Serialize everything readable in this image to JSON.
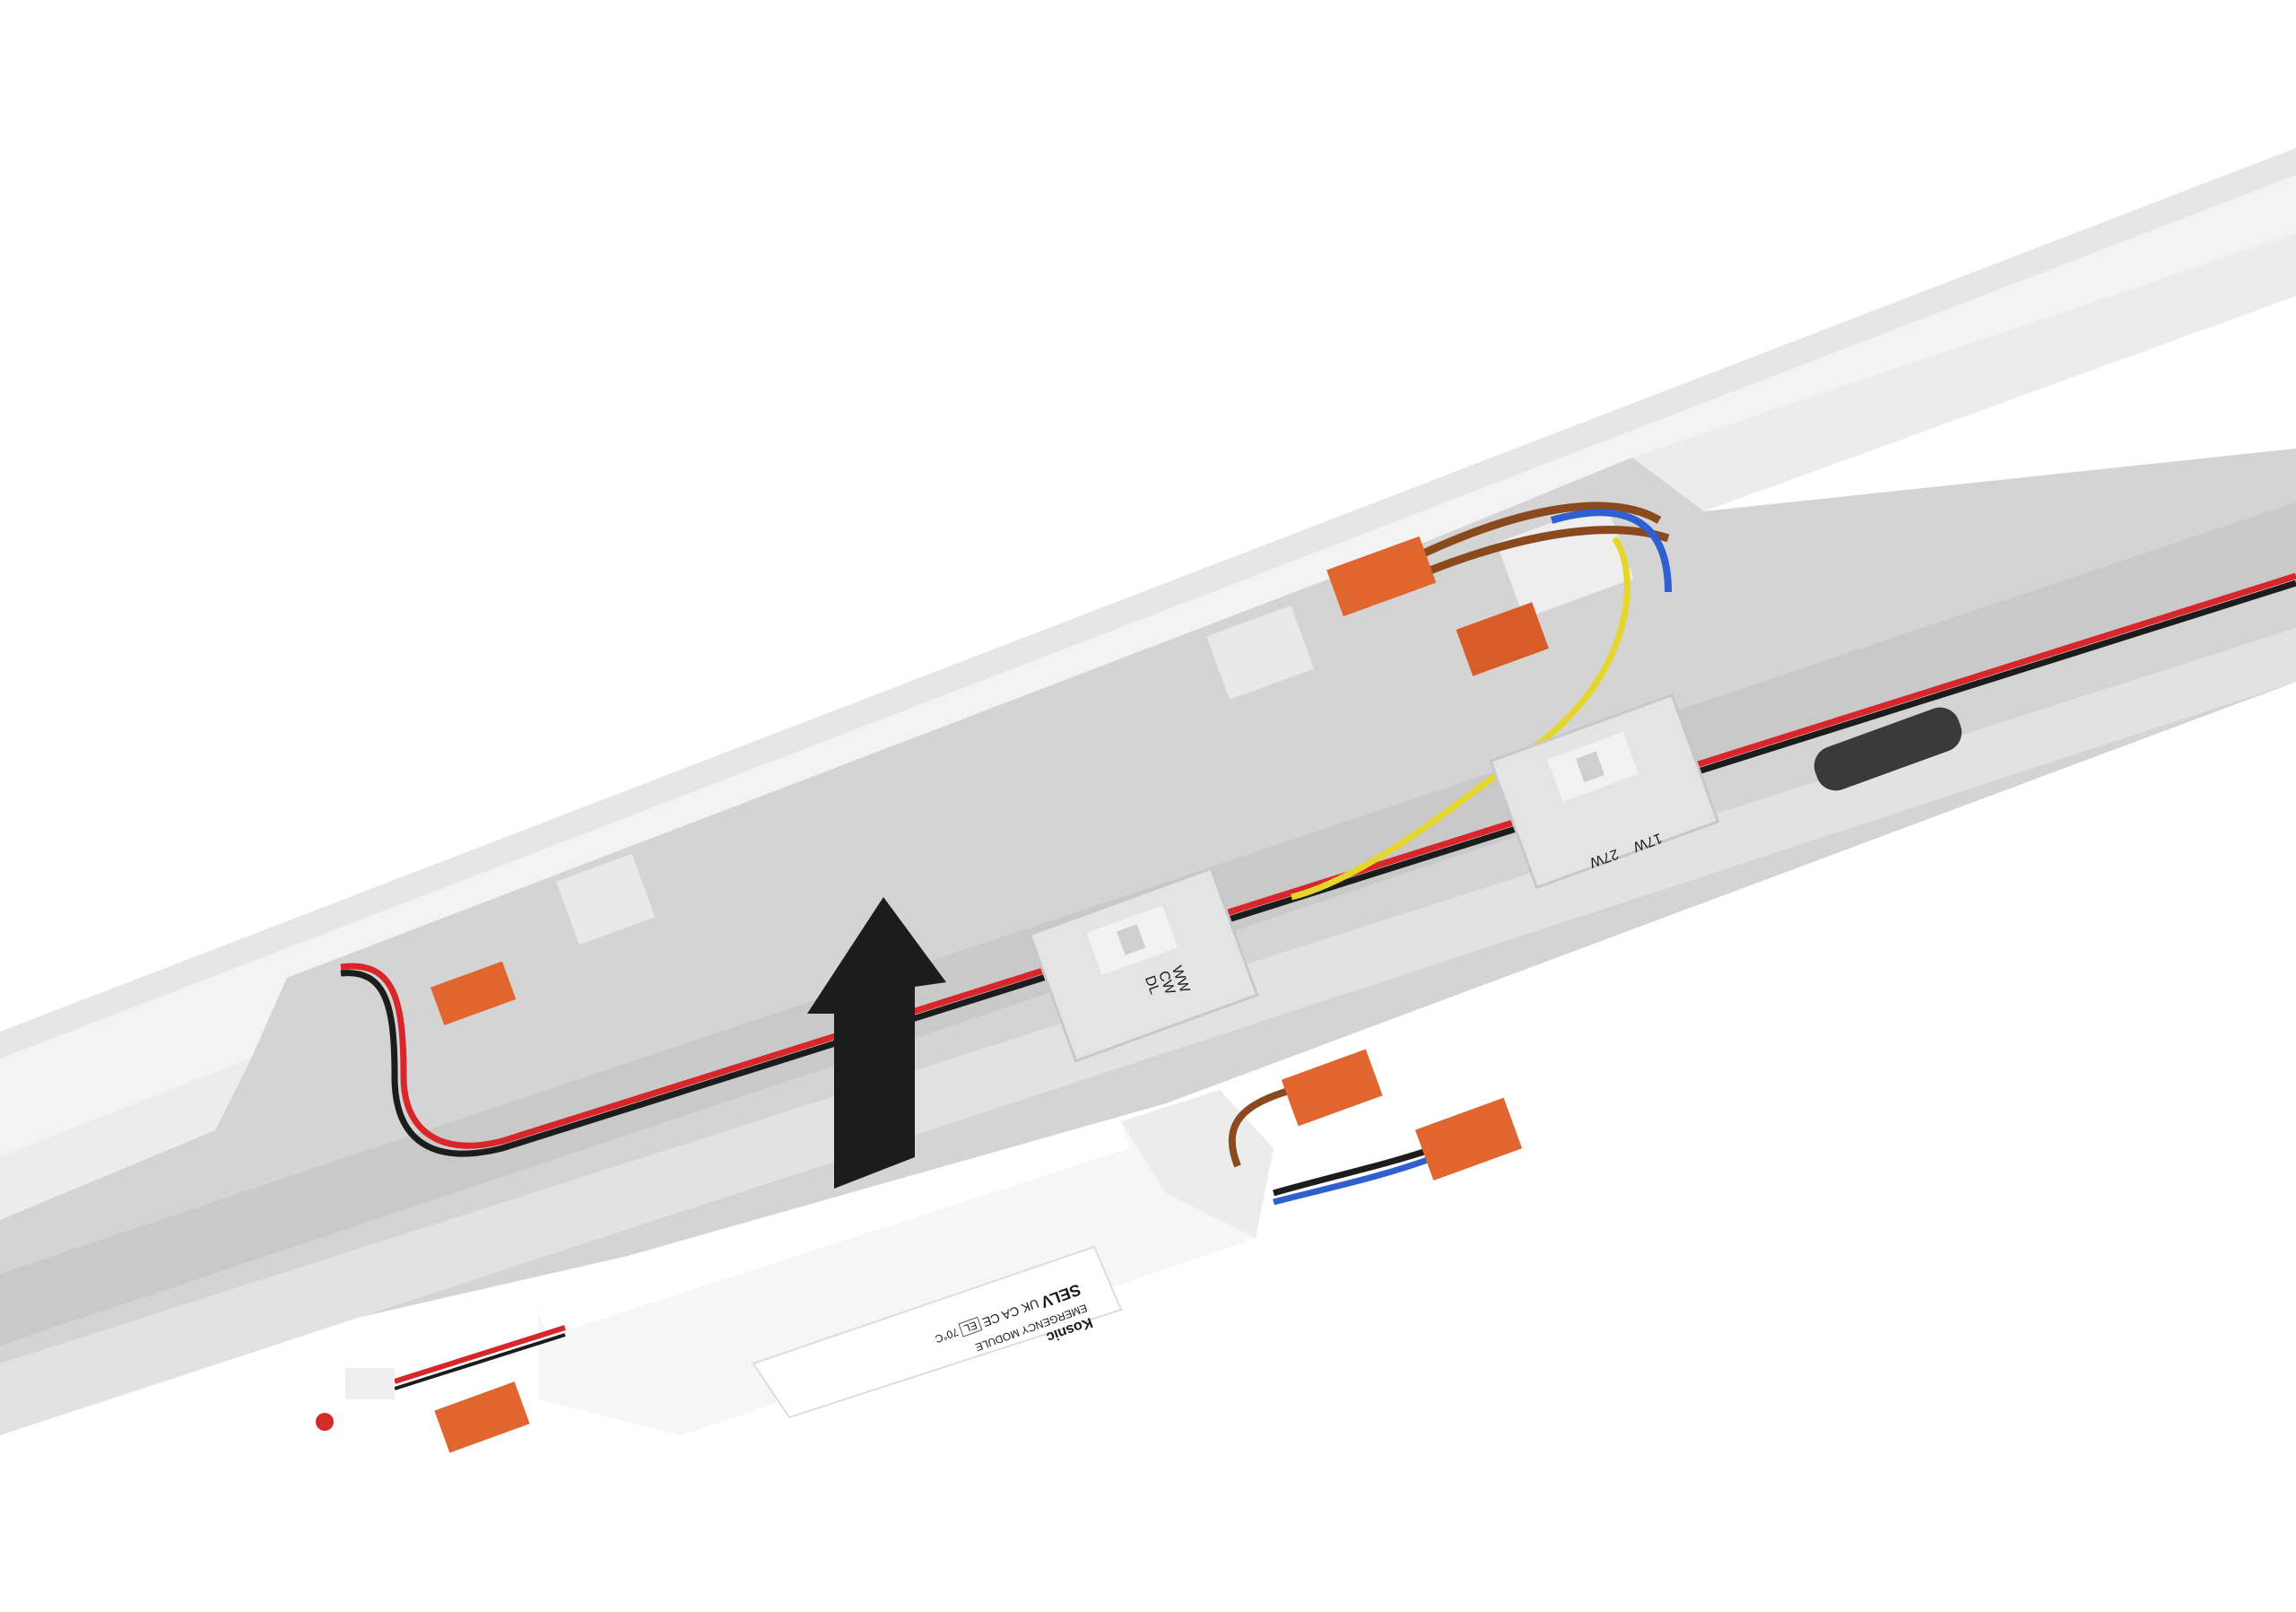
{
  "scene": {
    "description": "Exploded product render: LED batten luminaire with emergency module being inserted into the gear tray",
    "background": "#ffffff"
  },
  "colors": {
    "housing_white": "#f4f4f4",
    "tray_grey": "#d6d6d6",
    "tray_shadow": "#bdbdbd",
    "connector_orange": "#e0652f",
    "wire_red": "#d9262a",
    "wire_black": "#1c1c1c",
    "wire_brown": "#8a4a1e",
    "wire_blue": "#2f5fd0",
    "wire_yellow": "#e6d52a",
    "arrow_black": "#1c1c1c",
    "indicator_led_red": "#d62a2a"
  },
  "switches": {
    "cct_switch": {
      "options": [
        "WW",
        "CW",
        "DL"
      ]
    },
    "power_switch": {
      "options": [
        "17W",
        "27W"
      ]
    }
  },
  "module_label": {
    "brand": "Kosnic",
    "title": "EMERGENCY MODULE",
    "marks": [
      "SELV",
      "UK CA",
      "CE",
      "EL"
    ],
    "temp_rating": "70°C"
  },
  "arrow": {
    "direction": "up",
    "meaning": "insert module into luminaire"
  }
}
